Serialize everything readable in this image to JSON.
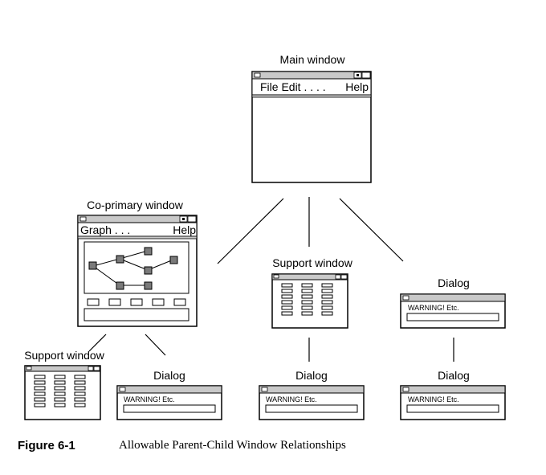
{
  "labels": {
    "main_window": "Main window",
    "co_primary_window": "Co-primary window",
    "support_window_center": "Support window",
    "dialog_right": "Dialog",
    "support_window_bottom_left": "Support window",
    "dialog_bottom_left": "Dialog",
    "dialog_bottom_center": "Dialog",
    "dialog_bottom_right": "Dialog"
  },
  "main_menu": {
    "left": "File Edit . . . .",
    "right": "Help"
  },
  "coprimary_menu": {
    "left": "Graph  . . .",
    "right": "Help"
  },
  "dialog_text": {
    "right": "WARNING! Etc.",
    "bottom_left": "WARNING! Etc.",
    "bottom_center": "WARNING! Etc.",
    "bottom_right": "WARNING! Etc."
  },
  "caption": {
    "number": "Figure 6-1",
    "title": "Allowable Parent-Child Window Relationships"
  }
}
